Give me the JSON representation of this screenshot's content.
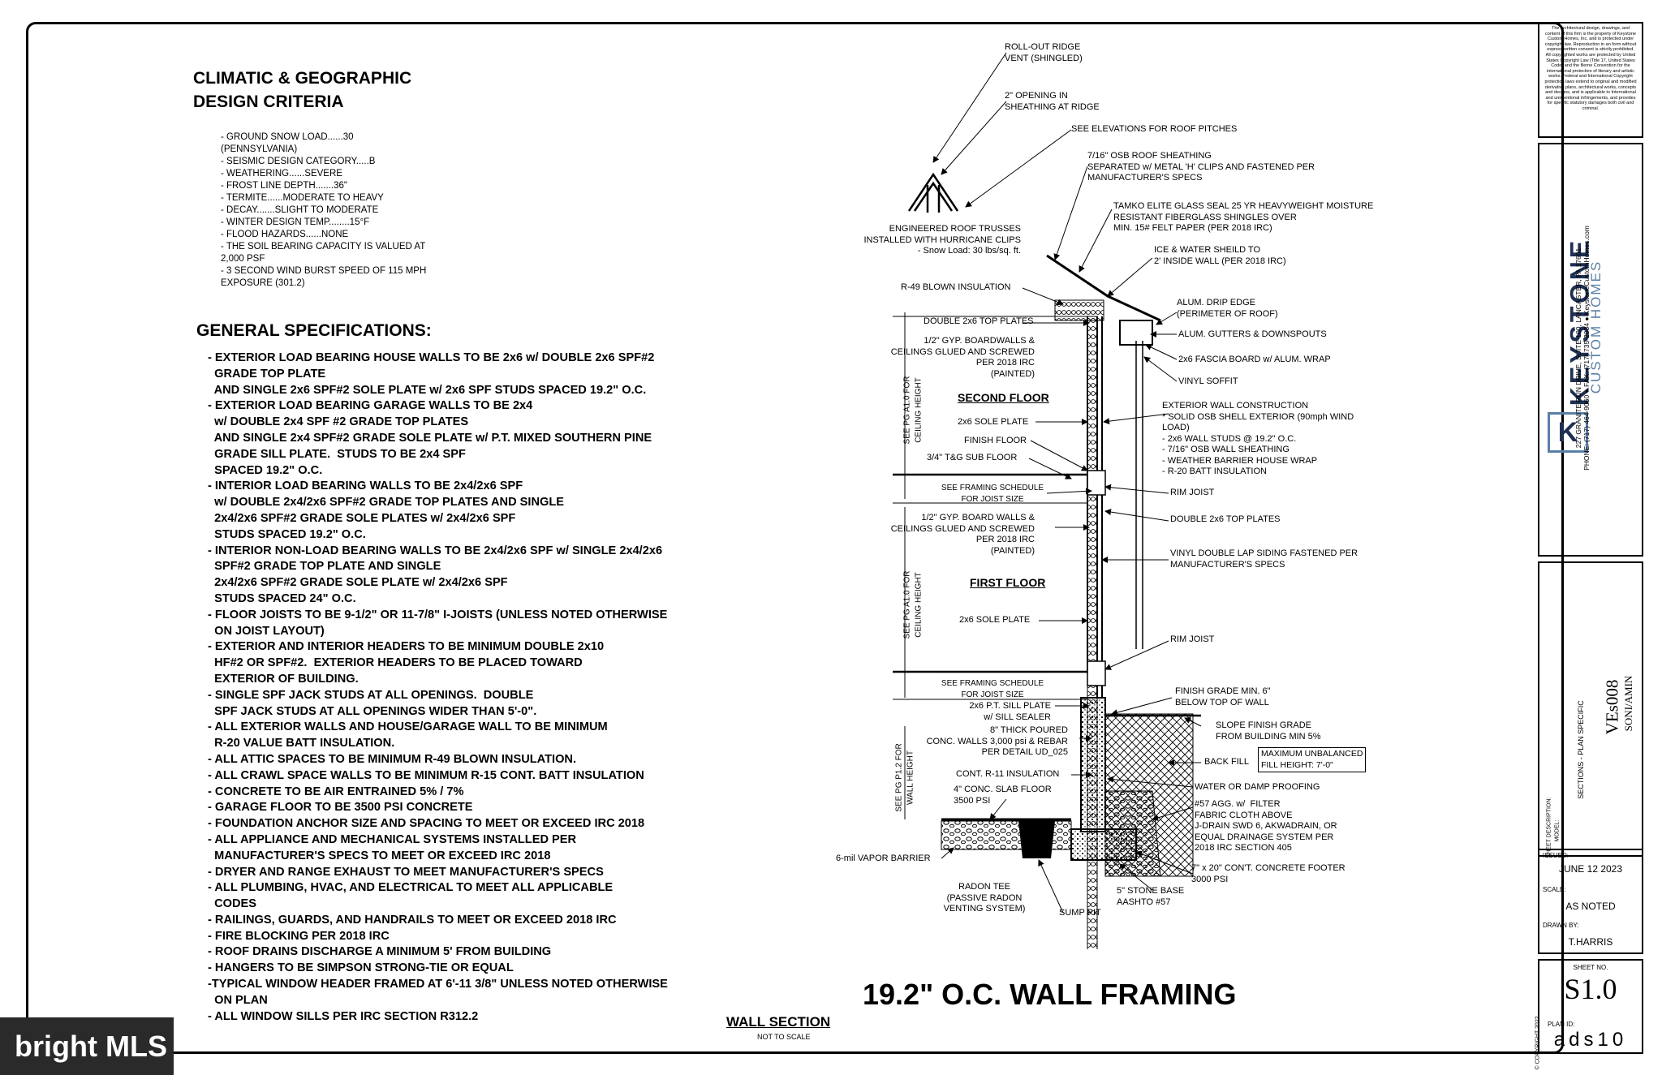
{
  "climatic": {
    "title": "CLIMATIC & GEOGRAPHIC\nDESIGN CRITERIA",
    "items": "- GROUND SNOW LOAD......30\n(PENNSYLVANIA)\n- SEISMIC DESIGN CATEGORY.....B\n- WEATHERING......SEVERE\n- FROST LINE DEPTH.......36\"\n- TERMITE......MODERATE TO HEAVY\n- DECAY.......SLIGHT TO MODERATE\n- WINTER DESIGN TEMP........15°F\n- FLOOD HAZARDS......NONE\n- THE SOIL BEARING CAPACITY IS VALUED AT\n2,000 PSF\n- 3 SECOND WIND BURST SPEED OF 115 MPH\nEXPOSURE (301.2)"
  },
  "general": {
    "title": "GENERAL SPECIFICATIONS:",
    "lines": [
      "- EXTERIOR LOAD BEARING HOUSE WALLS TO BE 2x6 w/ DOUBLE 2x6 SPF#2",
      "  GRADE TOP PLATE",
      "  AND SINGLE 2x6 SPF#2 SOLE PLATE w/ 2x6 SPF STUDS SPACED 19.2\" O.C.",
      "- EXTERIOR LOAD BEARING GARAGE WALLS TO BE 2x4",
      "  w/ DOUBLE 2x4 SPF #2 GRADE TOP PLATES",
      "  AND SINGLE 2x4 SPF#2 GRADE SOLE PLATE w/ P.T. MIXED SOUTHERN PINE",
      "  GRADE SILL PLATE.  STUDS TO BE 2x4 SPF",
      "  SPACED 19.2\" O.C.",
      "- INTERIOR LOAD BEARING WALLS TO BE 2x4/2x6 SPF",
      "  w/ DOUBLE 2x4/2x6 SPF#2 GRADE TOP PLATES AND SINGLE",
      "  2x4/2x6 SPF#2 GRADE SOLE PLATES w/ 2x4/2x6 SPF",
      "  STUDS SPACED 19.2\" O.C.",
      "- INTERIOR NON-LOAD BEARING WALLS TO BE 2x4/2x6 SPF w/ SINGLE 2x4/2x6",
      "  SPF#2 GRADE TOP PLATE AND SINGLE",
      "  2x4/2x6 SPF#2 GRADE SOLE PLATE w/ 2x4/2x6 SPF",
      "  STUDS SPACED 24\" O.C.",
      "- FLOOR JOISTS TO BE 9-1/2\" OR 11-7/8\" I-JOISTS (UNLESS NOTED OTHERWISE",
      "  ON JOIST LAYOUT)",
      "- EXTERIOR AND INTERIOR HEADERS TO BE MINIMUM DOUBLE 2x10",
      "  HF#2 OR SPF#2.  EXTERIOR HEADERS TO BE PLACED TOWARD",
      "  EXTERIOR OF BUILDING.",
      "- SINGLE SPF JACK STUDS AT ALL OPENINGS.  DOUBLE",
      "  SPF JACK STUDS AT ALL OPENINGS WIDER THAN 5'-0\".",
      "- ALL EXTERIOR WALLS AND HOUSE/GARAGE WALL TO BE MINIMUM",
      "  R-20 VALUE BATT INSULATION.",
      "- ALL ATTIC SPACES TO BE MINIMUM R-49 BLOWN INSULATION.",
      "- ALL CRAWL SPACE WALLS TO BE MINIMUM R-15 CONT. BATT INSULATION",
      "- CONCRETE TO BE AIR ENTRAINED 5% / 7%",
      "- GARAGE FLOOR TO BE 3500 PSI CONCRETE",
      "- FOUNDATION ANCHOR SIZE AND SPACING TO MEET OR EXCEED IRC 2018",
      "- ALL APPLIANCE AND MECHANICAL SYSTEMS INSTALLED PER",
      "  MANUFACTURER'S SPECS TO MEET OR EXCEED IRC 2018",
      "- DRYER AND RANGE EXHAUST TO MEET MANUFACTURER'S SPECS",
      "- ALL PLUMBING, HVAC, AND ELECTRICAL TO MEET ALL APPLICABLE",
      "  CODES",
      "- RAILINGS, GUARDS, AND HANDRAILS TO MEET OR EXCEED 2018 IRC",
      "- FIRE BLOCKING PER 2018 IRC",
      "- ROOF DRAINS DISCHARGE A MINIMUM 5' FROM BUILDING",
      "- HANGERS TO BE SIMPSON STRONG-TIE OR EQUAL",
      "-TYPICAL WINDOW HEADER FRAMED AT 6'-11 3/8\" UNLESS NOTED OTHERWISE",
      "  ON PLAN",
      "- ALL WINDOW SILLS PER IRC SECTION R312.2"
    ]
  },
  "section": {
    "roll_out": "ROLL-OUT RIDGE\nVENT (SHINGLED)",
    "opening": "2\" OPENING IN\nSHEATHING AT RIDGE",
    "elevations": "SEE ELEVATIONS FOR ROOF PITCHES",
    "osb": "7/16\" OSB ROOF SHEATHING\nSEPARATED w/ METAL 'H' CLIPS AND FASTENED PER\nMANUFACTURER'S SPECS",
    "tamko": "TAMKO ELITE GLASS SEAL 25 YR HEAVYWEIGHT MOISTURE\nRESISTANT FIBERGLASS SHINGLES OVER\nMIN. 15# FELT PAPER (PER 2018 IRC)",
    "ice": "ICE & WATER SHEILD TO\n2' INSIDE WALL (PER 2018 IRC)",
    "trusses": "ENGINEERED ROOF TRUSSES\nINSTALLED WITH HURRICANE CLIPS\n- Snow Load: 30 lbs/sq. ft.",
    "r49": "R-49 BLOWN INSULATION",
    "drip": "ALUM. DRIP EDGE\n(PERIMETER OF ROOF)",
    "top_plates": "DOUBLE 2x6 TOP PLATES",
    "gutters": "ALUM. GUTTERS & DOWNSPOUTS",
    "gyp1": "1/2\" GYP. BOARDWALLS &\nCEILINGS GLUED AND SCREWED\nPER 2018 IRC\n(PAINTED)",
    "fascia": "2x6 FASCIA BOARD w/ ALUM. WRAP",
    "soffit": "VINYL SOFFIT",
    "second_floor": "SECOND FLOOR",
    "ext_wall": "EXTERIOR WALL CONSTRUCTION\n* SOLID OSB SHELL EXTERIOR (90mph WIND\nLOAD)\n- 2x6 WALL STUDS @ 19.2\" O.C.\n- 7/16\" OSB WALL SHEATHING\n- WEATHER BARRIER HOUSE WRAP\n- R-20 BATT INSULATION",
    "sole1": "2x6 SOLE PLATE",
    "finish_floor": "FINISH FLOOR",
    "subfloor": "3/4\" T&G SUB FLOOR",
    "framing1": "SEE FRAMING SCHEDULE\nFOR JOIST SIZE",
    "rim1": "RIM JOIST",
    "ceiling1": "SEE PG A1.0 FOR\nCEILING HEIGHT",
    "gyp2": "1/2\" GYP. BOARD WALLS &\nCEILINGS GLUED AND SCREWED\nPER 2018 IRC\n(PAINTED)",
    "top_plates2": "DOUBLE 2x6 TOP PLATES",
    "siding": "VINYL DOUBLE LAP SIDING FASTENED PER\nMANUFACTURER'S SPECS",
    "first_floor": "FIRST FLOOR",
    "ceiling2": "SEE PG A1.0 FOR\nCEILING HEIGHT",
    "sole2": "2x6 SOLE PLATE",
    "rim2": "RIM JOIST",
    "framing2": "SEE FRAMING SCHEDULE\nFOR JOIST SIZE",
    "sill": "2x6 P.T. SILL PLATE\nw/ SILL SEALER",
    "finish_grade": "FINISH GRADE MIN. 6\"\nBELOW TOP OF WALL",
    "poured": "8\" THICK POURED\nCONC. WALLS 3,000 psi & REBAR\nPER DETAIL UD_025",
    "slope": "SLOPE FINISH GRADE\nFROM BUILDING MIN 5%",
    "backfill": "BACK FILL",
    "max_unbal": "MAXIMUM UNBALANCED\nFILL HEIGHT: 7'-0\"",
    "wall_height": "SEE PG P1.2 FOR\nWALL HEIGHT",
    "r11": "CONT. R-11 INSULATION",
    "slab": "4\" CONC. SLAB FLOOR\n3500 PSI",
    "water": "WATER OR DAMP PROOFING",
    "agg": "#57 AGG. w/  FILTER\nFABRIC CLOTH ABOVE\nJ-DRAIN SWD 6, AKWADRAIN, OR\nEQUAL DRAINAGE SYSTEM PER\n2018 IRC SECTION 405",
    "vapor": "6-mil VAPOR BARRIER",
    "footer": "7\" x 20\" CON'T. CONCRETE FOOTER\n3000 PSI",
    "radon": "RADON TEE\n(PASSIVE RADON\nVENTING SYSTEM)",
    "stone": "5\" STONE BASE\nAASHTO #57",
    "sump": "SUMP PIT"
  },
  "titles": {
    "main": "19.2\" O.C. WALL FRAMING",
    "wall_section": "WALL SECTION",
    "not_to_scale": "NOT TO SCALE"
  },
  "titleblock": {
    "copyright_note": "The architectural design, drawings, and content of this firm is the property of Keystone Custom Homes, Inc. and is protected under copyright law. Reproduction in an form without express written consent is strictly prohibited. All copyrighted works are protected by United States Copyright Law (Title 17, United States Code) and the Berne Convention for the international protection of literary and artistic works. Federal and International Copyright protection laws extend to original and modified derivative plans, architectural works, concepts and designs, and is applicable to International and unintentional infringements, and provides for specific statutory damages both civil and criminal.",
    "brand": "KEYSTONE",
    "brand_sub": "CUSTOM HOMES",
    "address": "227 GRANITE RUN DRIVE, SUITE 100, LANCASTER, PA 17601",
    "phone": "PHONE: (717) 464-9060 ● FAX: (717) 735-2034 ● KeystoneCustomHomes.com",
    "sheet_desc_label": "SHEET DESCRIPTION:",
    "sheet_desc": "SECTIONS - PLAN SPECIFIC",
    "model_label": "MODEL:",
    "model": "VEs008",
    "model_sub": "SONI/AMIN",
    "issued_label": "ISSUED:",
    "issued": "JUNE 12 2023",
    "scale_label": "SCALE:",
    "scale": "AS NOTED",
    "drawn_label": "DRAWN BY:",
    "drawn": "T.HARRIS",
    "sheet_no_label": "SHEET NO.",
    "sheet_no": "S1.0",
    "plan_id_label": "PLAN ID:",
    "plan_id": "ads10",
    "copyright": "© COPYRIGHT 2022"
  },
  "watermark": "bright MLS"
}
